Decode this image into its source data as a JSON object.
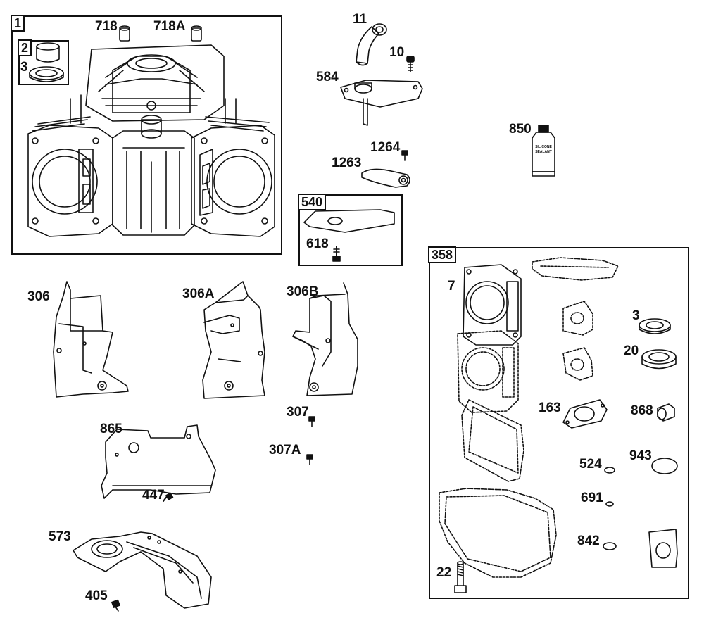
{
  "labels": {
    "p718": "718",
    "p718a": "718A",
    "p11": "11",
    "p10": "10",
    "p584": "584",
    "p850": "850",
    "p1264": "1264",
    "p1263": "1263",
    "p618": "618",
    "p306": "306",
    "p306a": "306A",
    "p306b": "306B",
    "p307": "307",
    "p307a": "307A",
    "p865": "865",
    "p447": "447",
    "p573": "573",
    "p405": "405",
    "p3_left": "3",
    "p7": "7",
    "p3_right": "3",
    "p20": "20",
    "p163": "163",
    "p868": "868",
    "p524": "524",
    "p943": "943",
    "p691": "691",
    "p842": "842",
    "p22": "22"
  },
  "boxes": {
    "b1": "1",
    "b2": "2",
    "b540": "540",
    "b358": "358"
  },
  "tube_text": {
    "line1": "SILICONE",
    "line2": "SEALANT"
  }
}
